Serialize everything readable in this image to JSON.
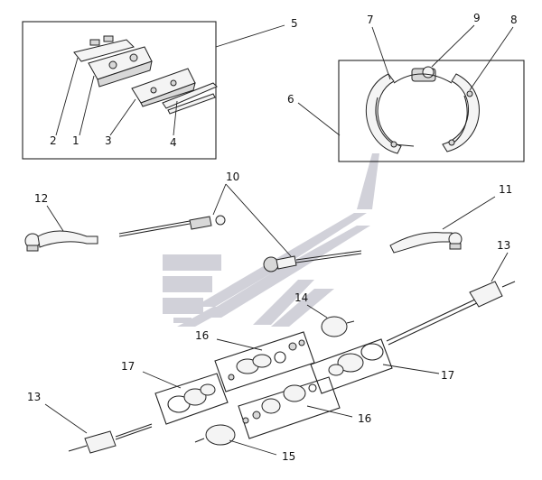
{
  "callouts": {
    "c1": "1",
    "c2": "2",
    "c3": "3",
    "c4": "4",
    "c5": "5",
    "c6": "6",
    "c7": "7",
    "c8": "8",
    "c9": "9",
    "c10": "10",
    "c11": "11",
    "c12": "12",
    "c13a": "13",
    "c13b": "13",
    "c14": "14",
    "c15": "15",
    "c16a": "16",
    "c16b": "16",
    "c17a": "17",
    "c17b": "17"
  },
  "colors": {
    "watermark": "#c9c9d3",
    "line": "#222222"
  }
}
